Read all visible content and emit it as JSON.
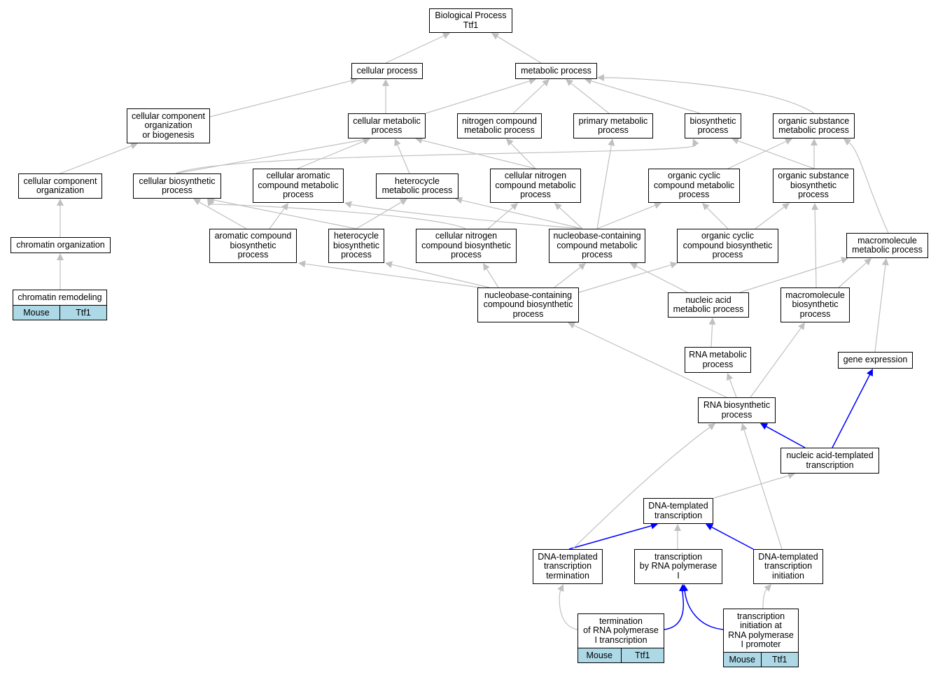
{
  "colors": {
    "edge_default": "#c0c0c0",
    "edge_highlight": "#0000ff",
    "annotation_fill": "#add8e6"
  },
  "nodes": {
    "bp": "Biological Process\nTtf1",
    "cp": "cellular process",
    "mp": "metabolic process",
    "ccob": "cellular component\norganization\nor biogenesis",
    "cmp": "cellular metabolic\nprocess",
    "ncmp": "nitrogen compound\nmetabolic process",
    "pmp": "primary metabolic\nprocess",
    "bsp": "biosynthetic\nprocess",
    "osmp": "organic substance\nmetabolic process",
    "cco": "cellular component\norganization",
    "cbp": "cellular biosynthetic\nprocess",
    "cacmp": "cellular aromatic\ncompound metabolic\nprocess",
    "hmp": "heterocycle\nmetabolic process",
    "cncmp": "cellular nitrogen\ncompound metabolic\nprocess",
    "occmp": "organic cyclic\ncompound metabolic\nprocess",
    "osbp": "organic substance\nbiosynthetic\nprocess",
    "co": "chromatin organization",
    "acbp": "aromatic compound\nbiosynthetic\nprocess",
    "hbp": "heterocycle\nbiosynthetic\nprocess",
    "cncbp": "cellular nitrogen\ncompound biosynthetic\nprocess",
    "nccmp": "nucleobase-containing\ncompound metabolic\nprocess",
    "occbp": "organic cyclic\ncompound biosynthetic\nprocess",
    "mmp": "macromolecule\nmetabolic process",
    "cr": "chromatin remodeling",
    "nccbp": "nucleobase-containing\ncompound biosynthetic\nprocess",
    "namp": "nucleic acid\nmetabolic process",
    "mbp": "macromolecule\nbiosynthetic\nprocess",
    "rmp": "RNA metabolic\nprocess",
    "ge": "gene expression",
    "rbp": "RNA biosynthetic\nprocess",
    "natt": "nucleic acid-templated\ntranscription",
    "dtt": "DNA-templated\ntranscription",
    "dttt": "DNA-templated\ntranscription\ntermination",
    "trp1": "transcription\nby RNA polymerase\nI",
    "dtti": "DNA-templated\ntranscription\ninitiation",
    "trp1t": "termination\nof RNA polymerase\nI transcription",
    "tip1": "transcription\ninitiation at\nRNA polymerase\nI promoter"
  },
  "annotations": {
    "cr": [
      "Mouse",
      "Ttf1"
    ],
    "trp1t": [
      "Mouse",
      "Ttf1"
    ],
    "tip1": [
      "Mouse",
      "Ttf1"
    ]
  }
}
